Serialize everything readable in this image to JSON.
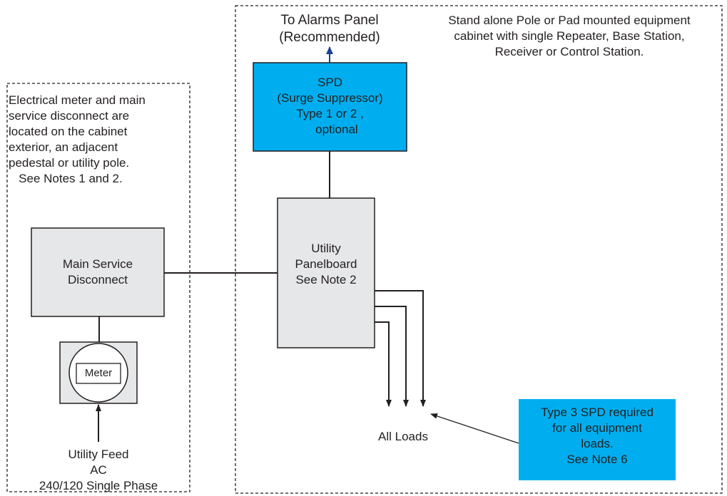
{
  "colors": {
    "box_fill": "#e6e7e8",
    "spd_fill": "#00aeef",
    "stroke": "#231f20",
    "alarm_arrow": "#1b3f94"
  },
  "labels": {
    "alarms_panel": "To Alarms Panel\n(Recommended)",
    "cabinet_note": "Stand alone Pole or Pad mounted equipment\ncabinet with single Repeater, Base Station,\nReceiver or Control Station.",
    "meter_note": "Electrical meter and main\nservice disconnect are\nlocated on the cabinet\nexterior, an adjacent\npedestal or utility pole.\n   See Notes 1 and 2.",
    "spd_box": "SPD\n(Surge Suppressor)\nType 1 or 2 ,\n    optional",
    "utility_panelboard": "Utility\nPanelboard\nSee Note 2",
    "main_service_disconnect": "Main Service\nDisconnect",
    "meter": "Meter",
    "utility_feed": "Utility Feed\nAC\n240/120 Single Phase",
    "all_loads": "All Loads",
    "type3_spd": "Type 3 SPD required\nfor all equipment\nloads.\nSee Note 6"
  }
}
